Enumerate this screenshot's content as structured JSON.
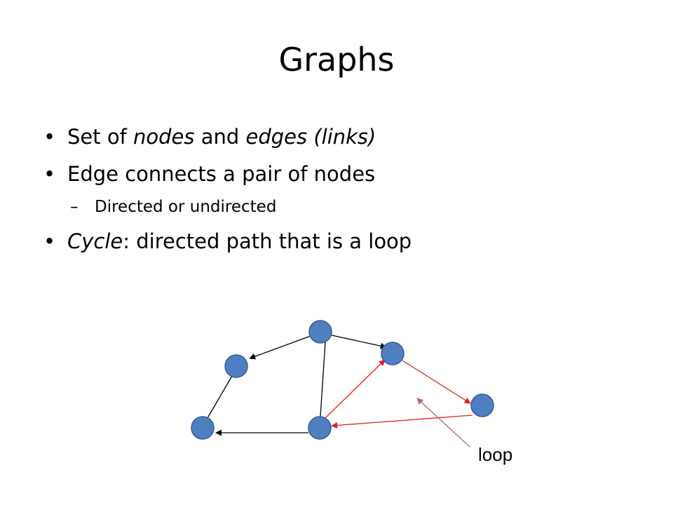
{
  "slide": {
    "title": "Graphs",
    "bullets": {
      "b1": {
        "p1": "Set of ",
        "p2": "nodes",
        "p3": " and ",
        "p4": "edges (links)"
      },
      "b2": "Edge connects a pair of nodes",
      "b2_sub": "Directed or undirected",
      "b3": {
        "p1": "Cycle",
        "p2": ": directed path that is a loop"
      }
    },
    "bullet_glyph": "•",
    "dash_glyph": "–"
  },
  "diagram": {
    "label": "loop",
    "colors": {
      "node_fill": "#4f7fc0",
      "node_stroke": "#355e95",
      "edge": "#000000",
      "cycle_edge": "#e02020",
      "pointer": "#b06868"
    }
  }
}
